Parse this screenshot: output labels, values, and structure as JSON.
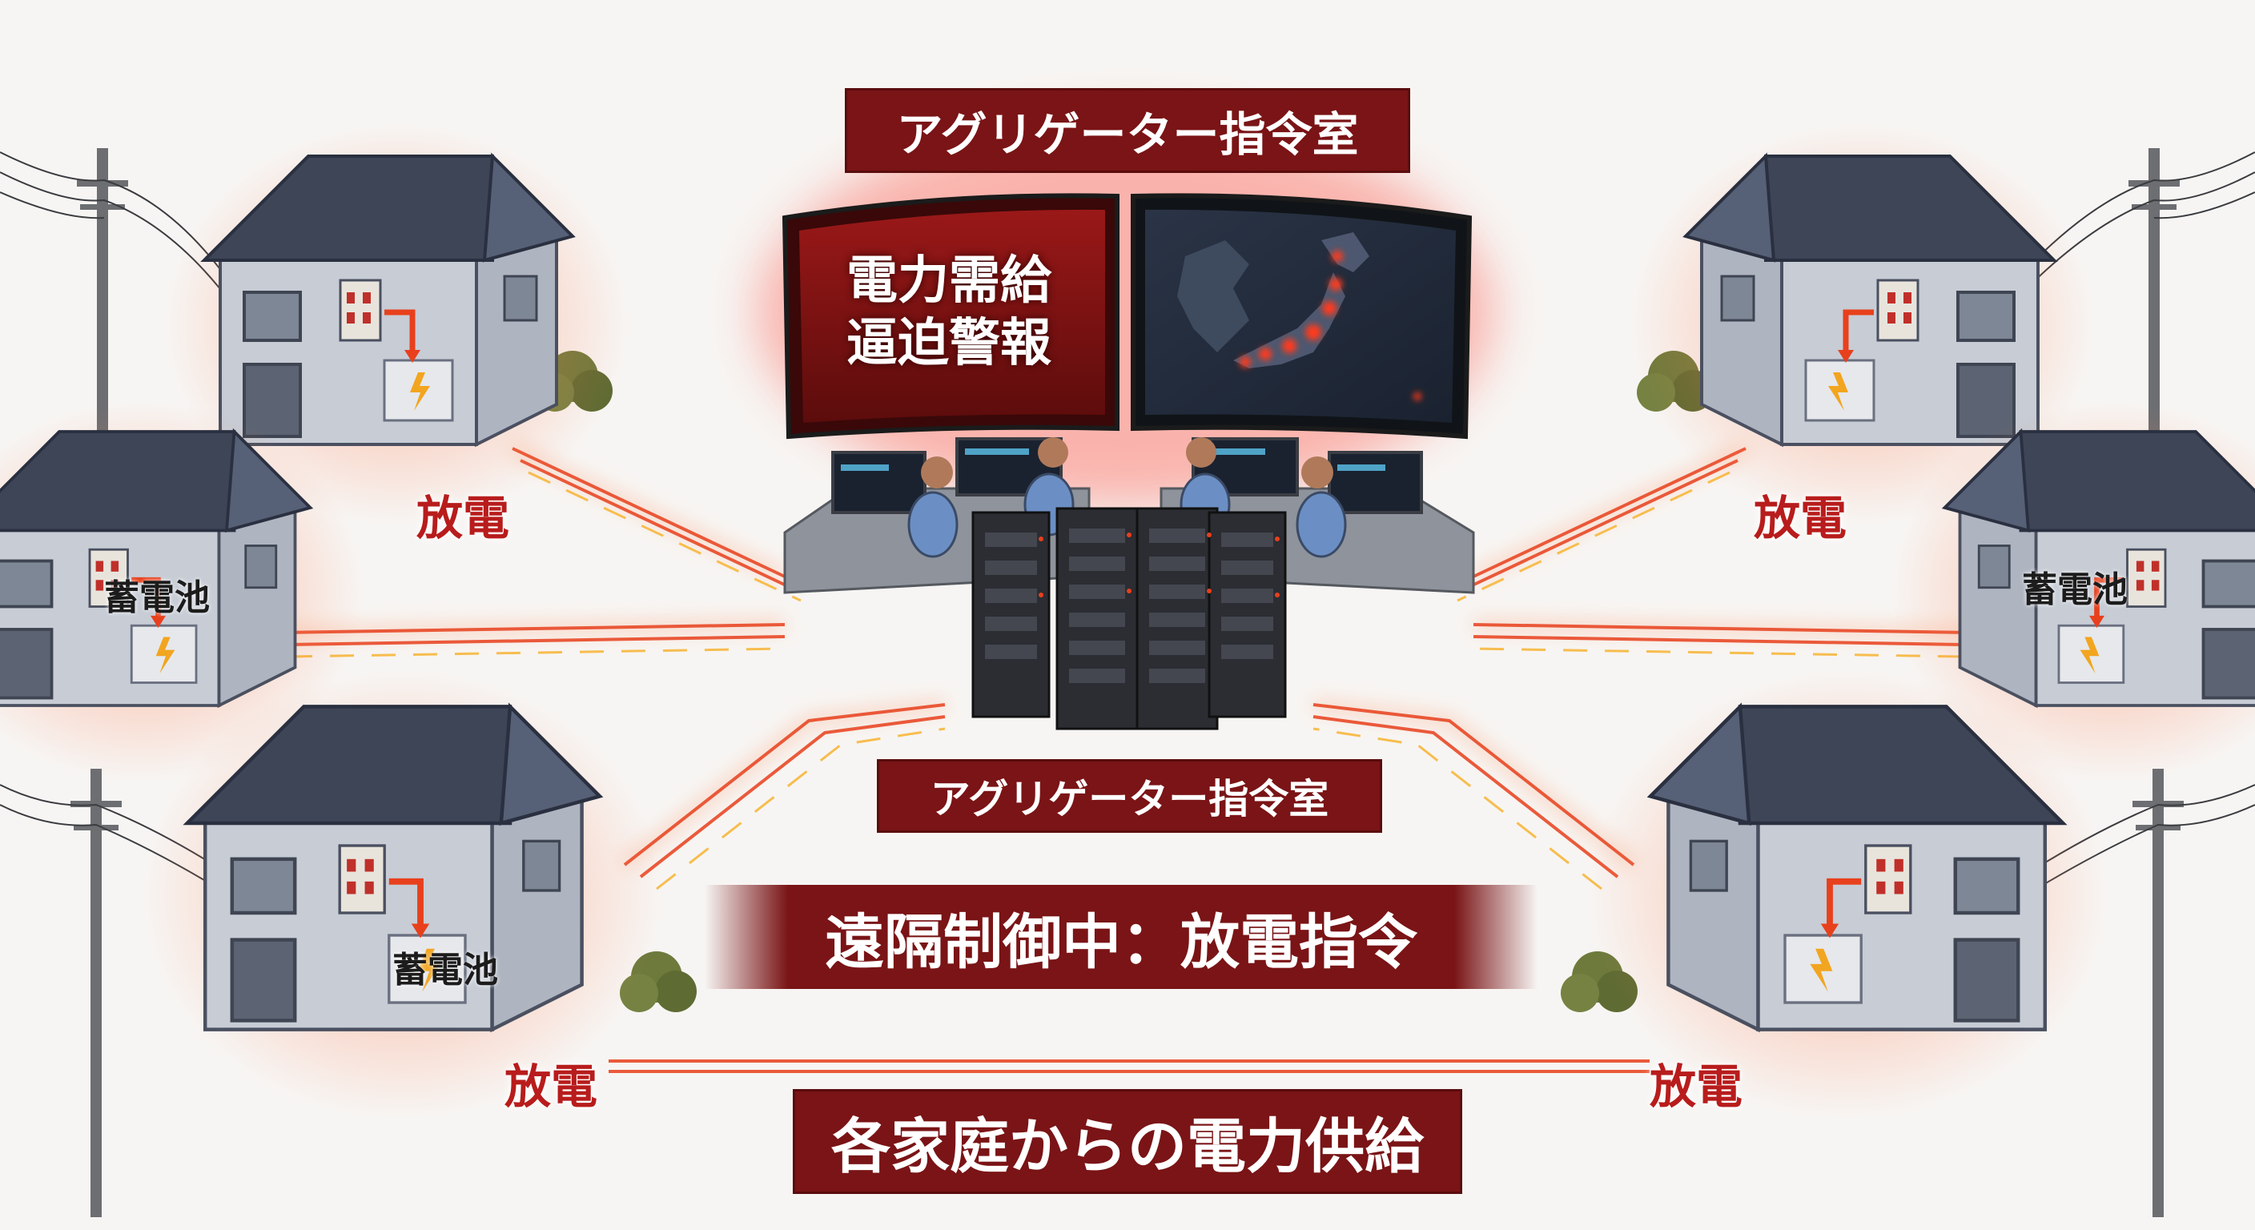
{
  "header": {
    "title": "アグリゲーター指令室"
  },
  "alert_screen": {
    "line1": "電力需給",
    "line2": "逼迫警報"
  },
  "server_label": "アグリゲーター指令室",
  "control_banner": "遠隔制御中：放電指令",
  "supply_banner": "各家庭からの電力供給",
  "houses": {
    "top_left": {
      "discharge_label": "放電"
    },
    "top_right": {
      "discharge_label": "放電"
    },
    "mid_left": {
      "battery_label": "蓄電池"
    },
    "mid_right": {
      "battery_label": "蓄電池"
    },
    "bottom_left": {
      "battery_label": "蓄電池",
      "discharge_label": "放電"
    },
    "bottom_right": {
      "discharge_label": "放電"
    }
  },
  "colors": {
    "banner": "#7a1416",
    "energy_flow": "#e8401c",
    "glow": "#ff6a3a",
    "roof": "#414a5c",
    "wall": "#cfd4dc",
    "server": "#2b2d33"
  }
}
